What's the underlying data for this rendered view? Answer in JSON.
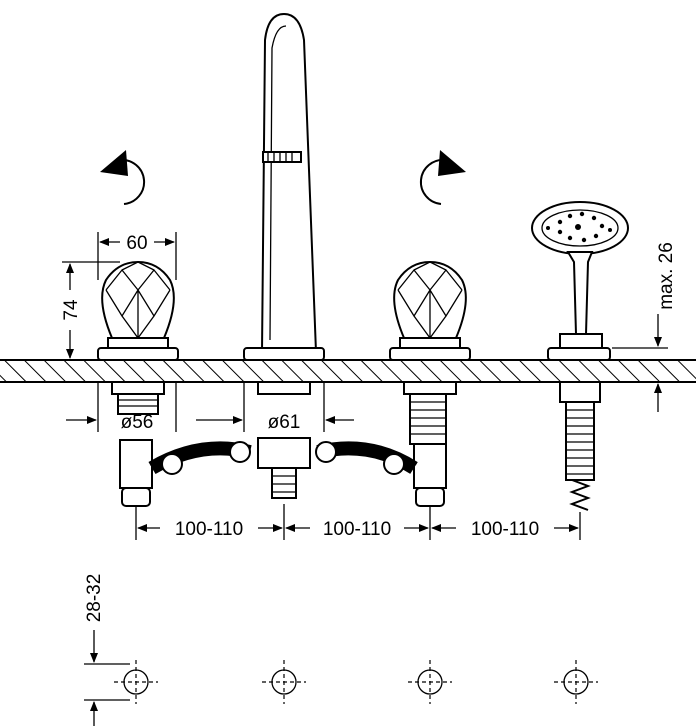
{
  "dimensions": {
    "handle_width": "60",
    "handle_height": "74",
    "max_height": "max. 26",
    "base_diameter_left": "ø56",
    "base_diameter_spout": "ø61",
    "spacing_1": "100-110",
    "spacing_2": "100-110",
    "spacing_3": "100-110",
    "deck_thickness": "28-32"
  },
  "icons": {
    "rotate_left": "counterclockwise-arrow-icon",
    "rotate_right": "clockwise-arrow-icon"
  }
}
